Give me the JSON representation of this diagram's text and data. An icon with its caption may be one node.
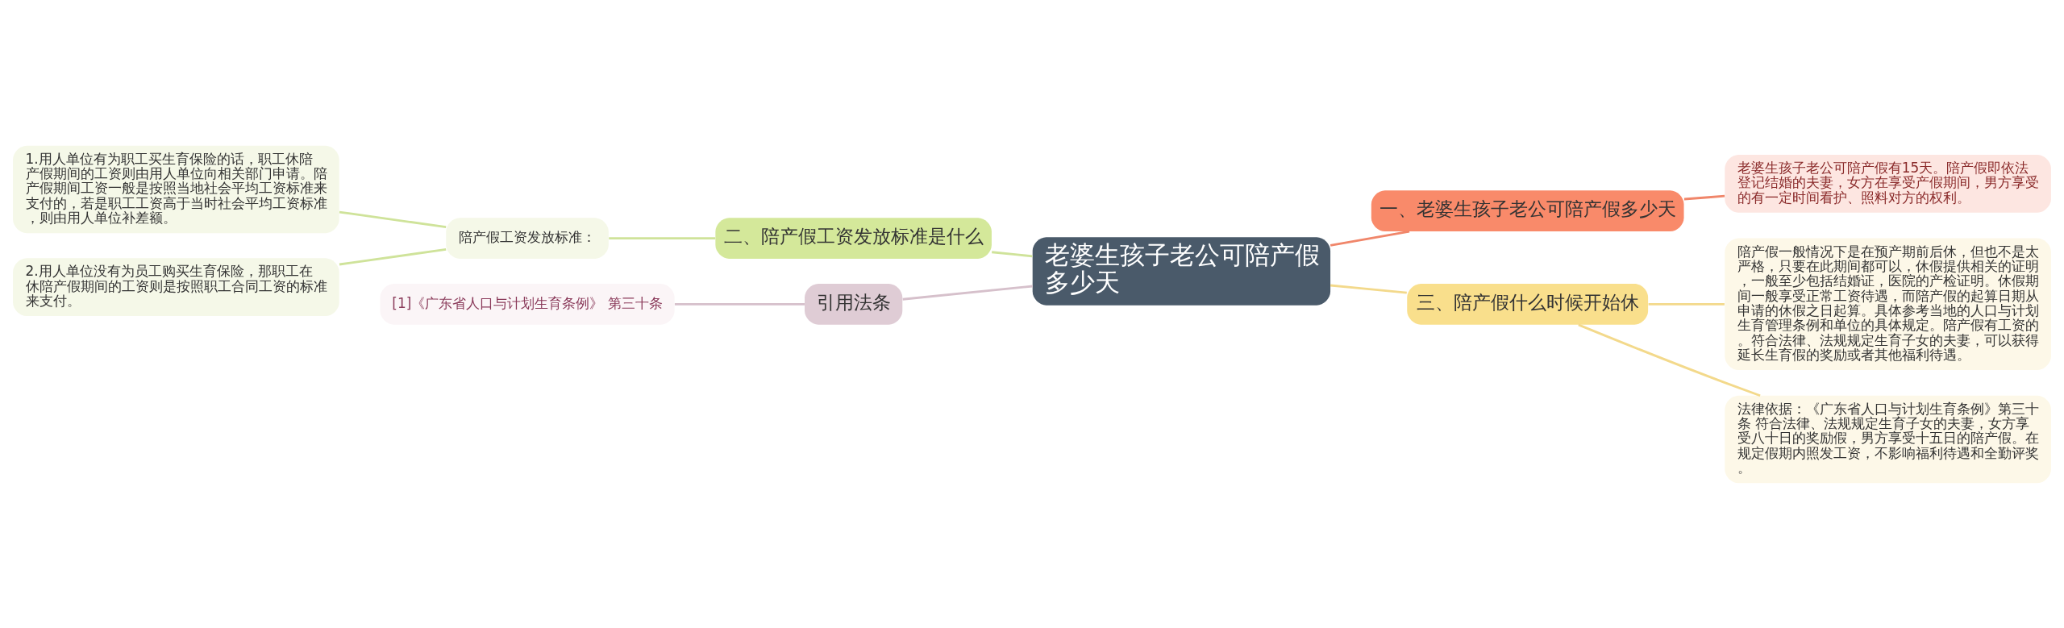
{
  "diagram": {
    "nodes": [
      {
        "text": [
          "老婆生孩子老公可陪产假多少天"
        ]
      },
      {
        "text": [
          "一、老婆生孩子老公可陪产假多少天"
        ]
      },
      {
        "text": [
          "老婆生孩子老公可陪产假有15天。陪产假即依法登记结婚的夫妻，女方在享受产假期间，男方享受的有一定时间看护、照料对方的权利。"
        ]
      },
      {
        "text": [
          "三、陪产假什么时候开始休"
        ]
      },
      {
        "text": [
          "陪产假一般情况下是在预产期前后休，但也不是太严格，只要在此期间都可以，休假提供相关的证明，一般至少包括结婚证，医院的产检证明。休假期间一般享受正常工资待遇，而陪产假的起算日期从申请的休假之日起算。具体参考当地的人口与计划生育管理条例和单位的具体规定。陪产假有工资的。符合法律、法规规定生育子女的夫妻，可以获得延长生育假的奖励或者其他福利待遇。"
        ]
      },
      {
        "text": [
          "法律依据：《广东省人口与计划生育条例》第三十条 符合法律、法规规定生育子女的夫妻，女方享受八十日的奖励假，男方享受十五日的陪产假。在规定假期内照发工资，不影响福利待遇和全勤评奖。"
        ]
      },
      {
        "text": [
          "二、陪产假工资发放标准是什么"
        ]
      },
      {
        "text": [
          "陪产假工资发放标准："
        ]
      },
      {
        "text": [
          "1.用人单位有为职工买生育保险的话，职工休陪产假期间的工资则由用人单位向相关部门申请。陪产假期间工资一般是按照当地社会平均工资标准来支付的，若是职工工资高于当时社会平均工资标准，则由用人单位补差额。"
        ]
      },
      {
        "text": [
          "2.用人单位没有为员工购买生育保险，那职工在休陪产假期间的工资则是按照职工合同工资的标准来支付。"
        ]
      },
      {
        "text": [
          "引用法条"
        ]
      },
      {
        "text": [
          "[1]《广东省人口与计划生育条例》 第三十条"
        ]
      }
    ],
    "edges": [
      {
        "from": 0,
        "to": 1,
        "arrow": "none",
        "color": "#f0866a"
      },
      {
        "from": 1,
        "to": 2,
        "arrow": "none",
        "color": "#f0866a"
      },
      {
        "from": 0,
        "to": 3,
        "arrow": "none",
        "color": "#f3d98b"
      },
      {
        "from": 3,
        "to": 4,
        "arrow": "none",
        "color": "#f3d98b"
      },
      {
        "from": 3,
        "to": 5,
        "arrow": "none",
        "color": "#f3d98b"
      },
      {
        "from": 0,
        "to": 6,
        "arrow": "none",
        "color": "#cfe39a"
      },
      {
        "from": 6,
        "to": 7,
        "arrow": "none",
        "color": "#cfe39a"
      },
      {
        "from": 7,
        "to": 8,
        "arrow": "none",
        "color": "#cfe39a"
      },
      {
        "from": 7,
        "to": 9,
        "arrow": "none",
        "color": "#cfe39a"
      },
      {
        "from": 0,
        "to": 10,
        "arrow": "none",
        "color": "#d6c0cb"
      },
      {
        "from": 10,
        "to": 11,
        "arrow": "none",
        "color": "#d6c0cb"
      }
    ]
  }
}
